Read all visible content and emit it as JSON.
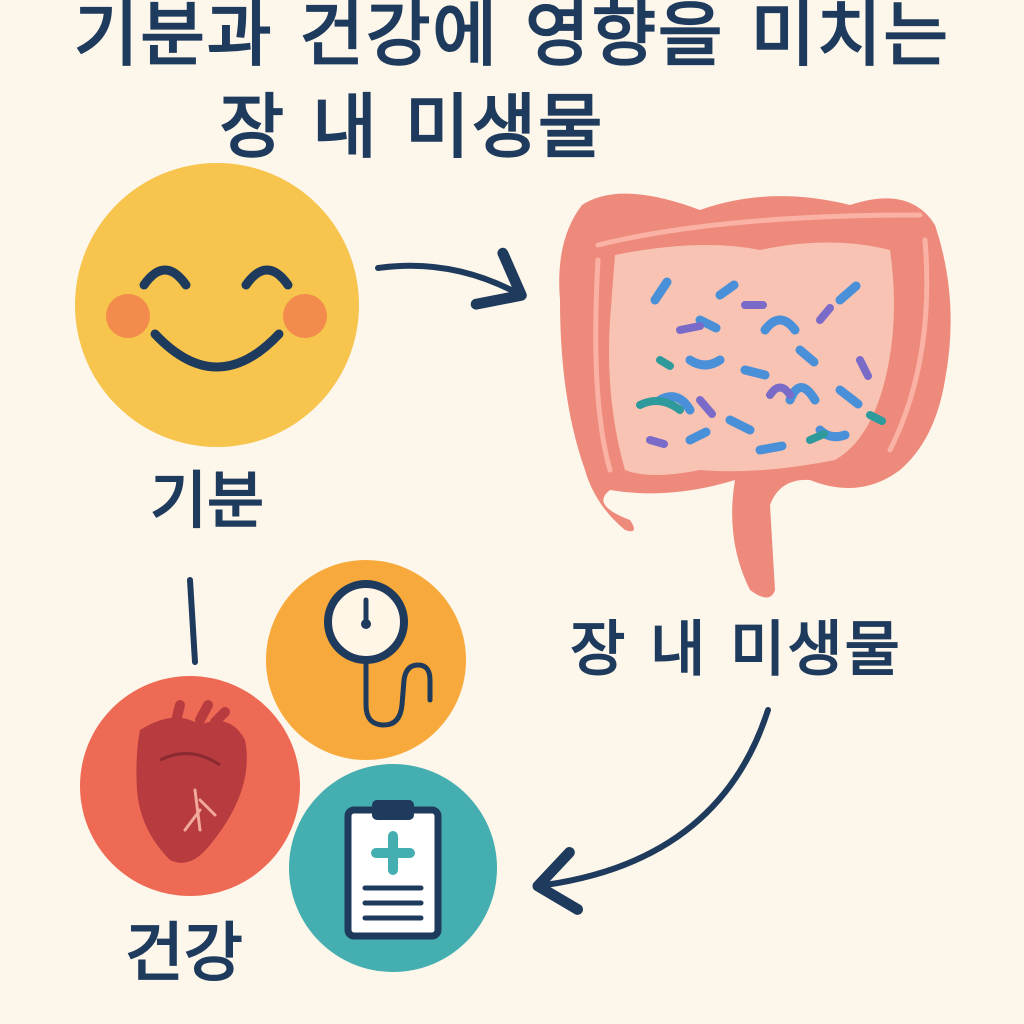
{
  "title": {
    "line1": "기분과 건강에 영향을 미치는",
    "line2": "장 내 미생물"
  },
  "labels": {
    "mood": "기분",
    "gut_microbiome": "장 내 미생물",
    "health": "건강"
  },
  "icons": {
    "mood": "smiley-face-icon",
    "gut": "intestine-icon",
    "blood_pressure": "blood-pressure-gauge-icon",
    "heart": "heart-icon",
    "clipboard": "medical-clipboard-icon"
  },
  "colors": {
    "background": "#fdf6ea",
    "text": "#1e3a5c",
    "smiley": "#f7c54e",
    "cheeks": "#f28b4c",
    "intestine": "#ee8a7c",
    "intestine_inner": "#f8c3b2",
    "gauge_circle": "#f8a93b",
    "heart_circle": "#ee6a55",
    "clipboard_circle": "#45aeb0"
  }
}
